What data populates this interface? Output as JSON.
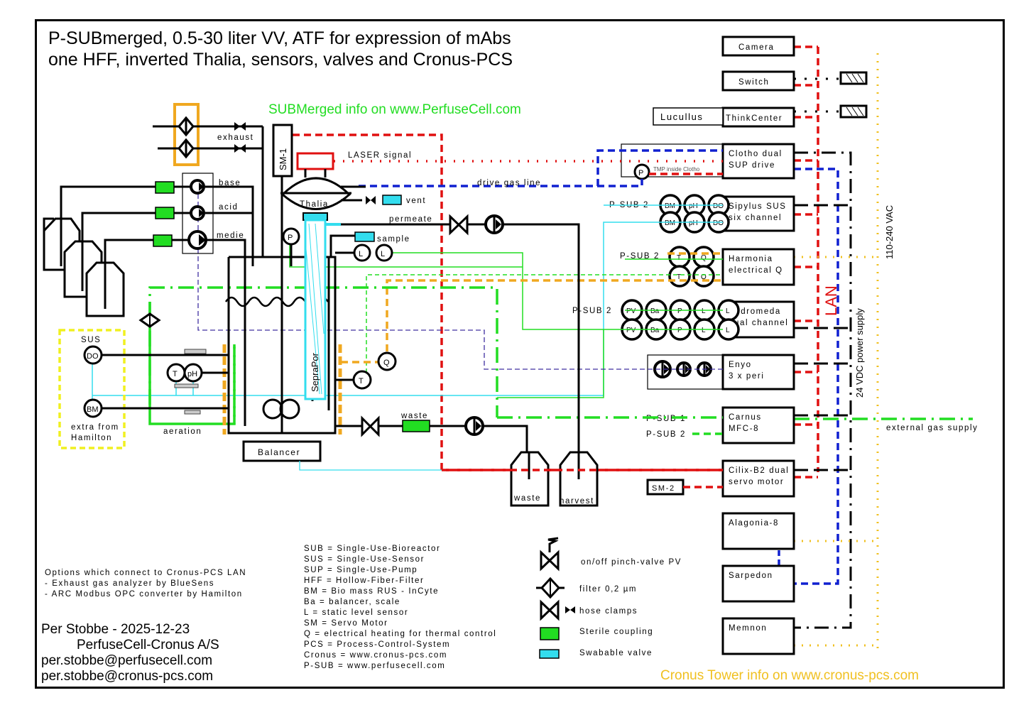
{
  "title": {
    "line1": "P-SUBmerged, 0.5-30 liter VV, ATF for expression of mAbs",
    "line2": "one HFF, inverted Thalia, sensors, valves and Cronus-PCS"
  },
  "info_links": {
    "submerged": "SUBMerged info on www.PerfuseCell.com",
    "cronus_tower": "Cronus Tower info on www.cronus-pcs.com"
  },
  "process_labels": {
    "exhaust": "exhaust",
    "base": "base",
    "acid": "acid",
    "medie": "medie",
    "sm1": "SM-1",
    "laser_signal": "LASER signal",
    "drive_gas_line": "drive gas line",
    "thalia": "Thalia",
    "vent": "vent",
    "permeate": "permeate",
    "sample": "sample",
    "pressure": "P",
    "level": "L",
    "temp": "T",
    "heat": "Q",
    "separator": "SepraPor",
    "aeration": "aeration",
    "balancer": "Balancer",
    "waste_coupling": "waste",
    "waste_bottle": "waste",
    "harvest_bottle": "harvest",
    "sus": "SUS",
    "do": "DO",
    "bm": "BM",
    "ph": "pH",
    "extra_line1": "extra from",
    "extra_line2": "Hamilton"
  },
  "sensor_rows": {
    "sipylus_label": "P-SUB 2",
    "sipylus_sensors": [
      "BM",
      "pH",
      "DO"
    ],
    "harmonia_label": "P-SUB 2",
    "harmonia_sensors": [
      "T",
      "Q"
    ],
    "andromeda_label": "P-SUB 2",
    "andromeda_sensors": [
      "PV",
      "Ba",
      "P",
      "L",
      "L"
    ],
    "tmp_inside": "TMP inside Clotho",
    "carnus_sub1": "P-SUB 1",
    "carnus_sub2": "P-SUB 2"
  },
  "tower": {
    "devices": [
      {
        "line1": "Camera",
        "line2": ""
      },
      {
        "line1": "Switch",
        "line2": ""
      },
      {
        "line1": "ThinkCenter",
        "line2": ""
      },
      {
        "line1": "Clotho dual",
        "line2": "SUP drive"
      },
      {
        "line1": "Sipylus SUS",
        "line2": "six channel"
      },
      {
        "line1": "Harmonia",
        "line2": "electrical Q"
      },
      {
        "line1": "Andromeda",
        "line2": "dual channel"
      },
      {
        "line1": "Enyo",
        "line2": "3 x peri"
      },
      {
        "line1": "Carnus",
        "line2": "MFC-8"
      },
      {
        "line1": "Cilix-B2 dual",
        "line2": "servo motor"
      },
      {
        "line1": "Alagonia-8",
        "line2": ""
      },
      {
        "line1": "Sarpedon",
        "line2": ""
      },
      {
        "line1": "Memnon",
        "line2": ""
      }
    ],
    "lucullus": "Lucullus",
    "sm2": "SM-2",
    "lan": "LAN",
    "power_24": "24 VDC power supply",
    "power_ac": "110-240 VAC",
    "external_gas": "external gas supply"
  },
  "abbreviations": [
    "SUB = Single-Use-Bioreactor",
    "SUS = Single-Use-Sensor",
    "SUP = Single-Use-Pump",
    "HFF = Hollow-Fiber-Filter",
    "BM = Bio mass RUS - InCyte",
    "Ba = balancer, scale",
    "L = static level sensor",
    "SM = Servo Motor",
    "Q = electrical heating for thermal control",
    "PCS = Process-Control-System",
    "Cronus = www.cronus-pcs.com",
    "P-SUB = www.perfusecell.com"
  ],
  "symbol_legend": [
    {
      "icon": "pinch-valve-icon",
      "label": "on/off pinch-valve PV"
    },
    {
      "icon": "filter-icon",
      "label": "filter 0,2 µm"
    },
    {
      "icon": "hose-clamp-icon",
      "label": "hose clamps"
    },
    {
      "icon": "sterile-coupling-icon",
      "label": "Sterile coupling"
    },
    {
      "icon": "swabable-valve-icon",
      "label": "Swabable valve"
    }
  ],
  "options": {
    "heading": "Options which connect to Cronus-PCS LAN",
    "items": [
      "- Exhaust gas analyzer by BlueSens",
      "- ARC Modbus OPC converter by Hamilton"
    ]
  },
  "author": {
    "name_date": "Per Stobbe - 2025-12-23",
    "company": "PerfuseCell-Cronus A/S",
    "email1": "per.stobbe@perfusecell.com",
    "email2": "per.stobbe@cronus-pcs.com"
  },
  "colors": {
    "lan_red": "#e01010",
    "drive_gas_blue": "#1020d0",
    "power_black": "#000000",
    "ac_yellow": "#f0c020",
    "gas_green": "#22dd22",
    "heat_orange": "#f0a820",
    "sterile_green": "#22dd22",
    "swabable_cyan": "#33ddee",
    "filter_box_orange": "#f0a820",
    "sus_box_yellow": "#f0f020"
  }
}
